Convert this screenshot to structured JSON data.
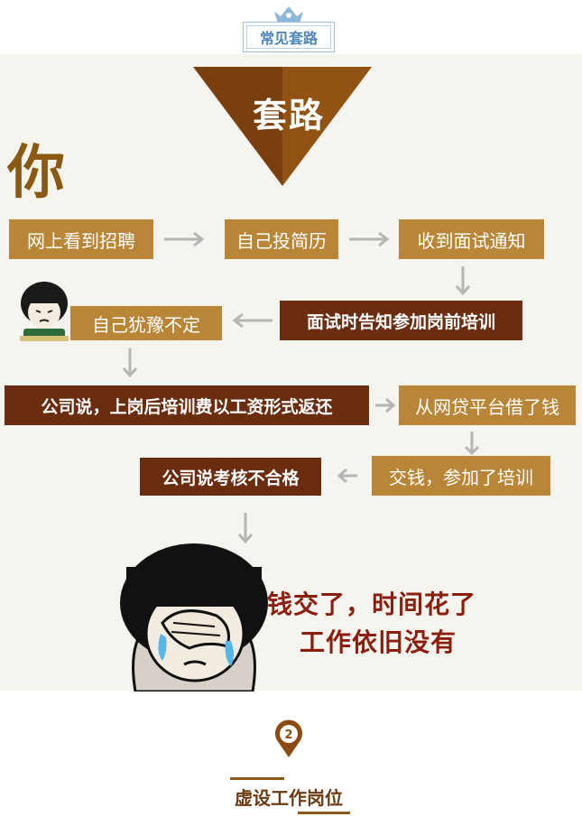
{
  "header": {
    "badge": "常见套路"
  },
  "triangle": {
    "label": "套路"
  },
  "actor": {
    "label": "你"
  },
  "steps": {
    "s1": "网上看到招聘",
    "s2": "自己投简历",
    "s3": "收到面试通知",
    "s4": "面试时告知参加岗前培训",
    "s5": "自己犹豫不定",
    "s6": "公司说，上岗后培训费以工资形式返还",
    "s7": "从网贷平台借了钱",
    "s8": "交钱，参加了培训",
    "s9": "公司说考核不合格"
  },
  "ending": {
    "line1": "钱交了，时间花了",
    "line2": "工作依旧没有"
  },
  "section": {
    "number": "2",
    "title": "虚设工作岗位"
  },
  "colors": {
    "box_light": "#b98536",
    "box_dark": "#6b2d10",
    "triangle": "#7a3f0e",
    "arrow": "#b5b5b5",
    "caption": "#8b1f0f"
  }
}
